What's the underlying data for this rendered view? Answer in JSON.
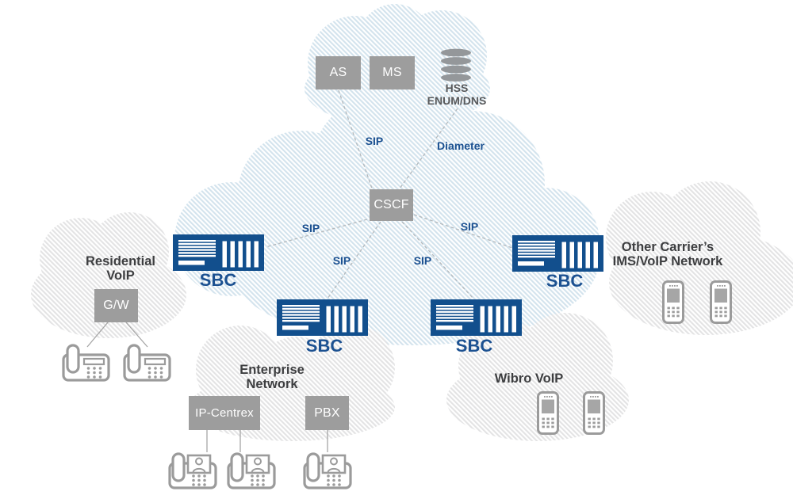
{
  "diagram": {
    "core": {
      "as_label": "AS",
      "ms_label": "MS",
      "hss_label": "HSS ENUM/DNS",
      "cscf_label": "CSCF"
    },
    "link_labels": {
      "as_cscf": "SIP",
      "hss_cscf": "Diameter",
      "cscf_sbc_left": "SIP",
      "cscf_sbc_mid_left": "SIP",
      "cscf_sbc_mid_right": "SIP",
      "cscf_sbc_right": "SIP"
    },
    "sbc_labels": {
      "left": "SBC",
      "mid_left": "SBC",
      "mid_right": "SBC",
      "right": "SBC"
    },
    "networks": {
      "residential": {
        "name": "Residential VoIP",
        "gateway_label": "G/W"
      },
      "enterprise": {
        "name": "Enterprise Network",
        "ip_centrex_label": "IP-Centrex",
        "pbx_label": "PBX"
      },
      "wibro": {
        "name": "Wibro VoIP"
      },
      "other_carrier": {
        "name": "Other Carrier’s IMS/VoIP Network"
      }
    },
    "colors": {
      "device_blue": "#124f8d",
      "label_blue": "#1c5191",
      "node_gray": "#9d9d9d",
      "text_dark": "#3d3e40",
      "hatch_blue": "#d3e3ed",
      "hatch_gray": "#e3e3e4",
      "icon_gray": "#9b9b9b"
    }
  }
}
